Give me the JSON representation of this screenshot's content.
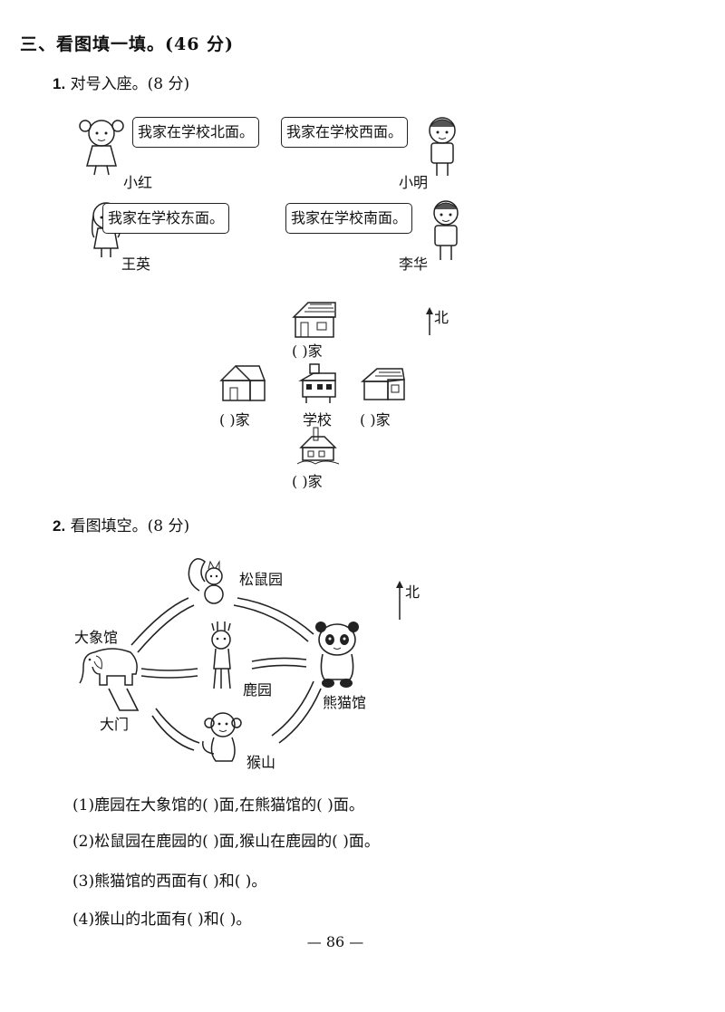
{
  "section_title": "三、看图填一填。(46 分)",
  "part1": {
    "number": "1.",
    "title": "对号入座。(8 分)",
    "bubbles": [
      {
        "text": "我家在学校北面。",
        "speaker": "小红"
      },
      {
        "text": "我家在学校西面。",
        "speaker": "小明"
      },
      {
        "text": "我家在学校东面。",
        "speaker": "王英"
      },
      {
        "text": "我家在学校南面。",
        "speaker": "李华"
      }
    ],
    "north": "北",
    "map": {
      "top_label": "(    )家",
      "left_label": "(    )家",
      "school_label": "学校",
      "right_label": "(    )家",
      "bottom_label": "(    )家"
    }
  },
  "part2": {
    "number": "2.",
    "title": "看图填空。(8 分)",
    "north": "北",
    "places": {
      "squirrel": "松鼠园",
      "elephant": "大象馆",
      "deer": "鹿园",
      "panda": "熊猫馆",
      "gate": "大门",
      "monkey": "猴山"
    },
    "questions": [
      "(1)鹿园在大象馆的(      )面,在熊猫馆的(      )面。",
      "(2)松鼠园在鹿园的(      )面,猴山在鹿园的(      )面。",
      "(3)熊猫馆的西面有(      )和(      )。",
      "(4)猴山的北面有(      )和(      )。"
    ]
  },
  "page_number": "— 86 —"
}
